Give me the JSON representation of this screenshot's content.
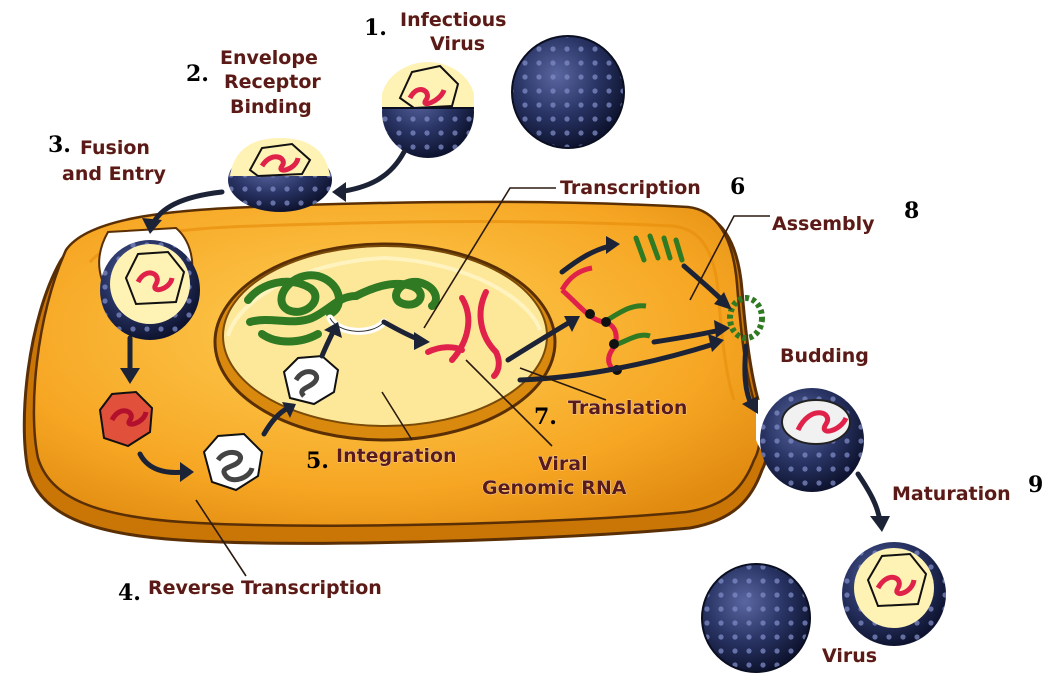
{
  "diagram": {
    "steps": [
      {
        "number": "1.",
        "label_lines": [
          "Infectious",
          "Virus"
        ]
      },
      {
        "number": "2.",
        "label_lines": [
          "Envelope",
          "Receptor",
          "Binding"
        ]
      },
      {
        "number": "3.",
        "label_lines": [
          "Fusion",
          "and Entry"
        ]
      },
      {
        "number": "4.",
        "label_lines": [
          "Reverse Transcription"
        ]
      },
      {
        "number": "5.",
        "label_lines": [
          "Integration"
        ]
      },
      {
        "number": "6",
        "label_lines": [
          "Transcription"
        ]
      },
      {
        "number": "7.",
        "label_lines": [
          "Translation"
        ]
      },
      {
        "number": "8",
        "label_lines": [
          "Assembly"
        ]
      },
      {
        "number": "9",
        "label_lines": [
          "Maturation"
        ]
      }
    ],
    "extra_labels": {
      "budding": "Budding",
      "viral_rna_line1": "Viral",
      "viral_rna_line2": "Genomic RNA",
      "virus": "Virus"
    },
    "colors": {
      "cell": "#f6a623",
      "cell_edge": "#b86a0a",
      "nucleus": "#fde89a",
      "virion": "#26305a",
      "rna": "#e0224a",
      "dna": "#2f7a22",
      "label": "#5a1a1a"
    }
  }
}
